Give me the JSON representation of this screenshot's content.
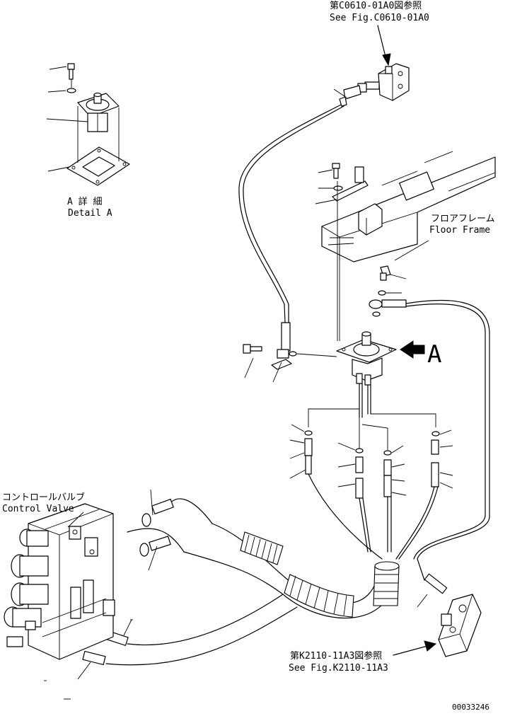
{
  "refs": {
    "top_ref_jp": "第C0610-01A0図参照",
    "top_ref_en": "See Fig.C0610-01A0",
    "bottom_ref_jp": "第K2110-11A3図参照",
    "bottom_ref_en": "See Fig.K2110-11A3"
  },
  "labels": {
    "detail_jp": "A 詳 細",
    "detail_en": "Detail A",
    "floor_frame_jp": "フロアフレーム",
    "floor_frame_en": "Floor Frame",
    "control_valve_jp": "コントロールバルブ",
    "control_valve_en": "Control Valve",
    "view_marker": "A"
  },
  "drawing_number": "00033246"
}
